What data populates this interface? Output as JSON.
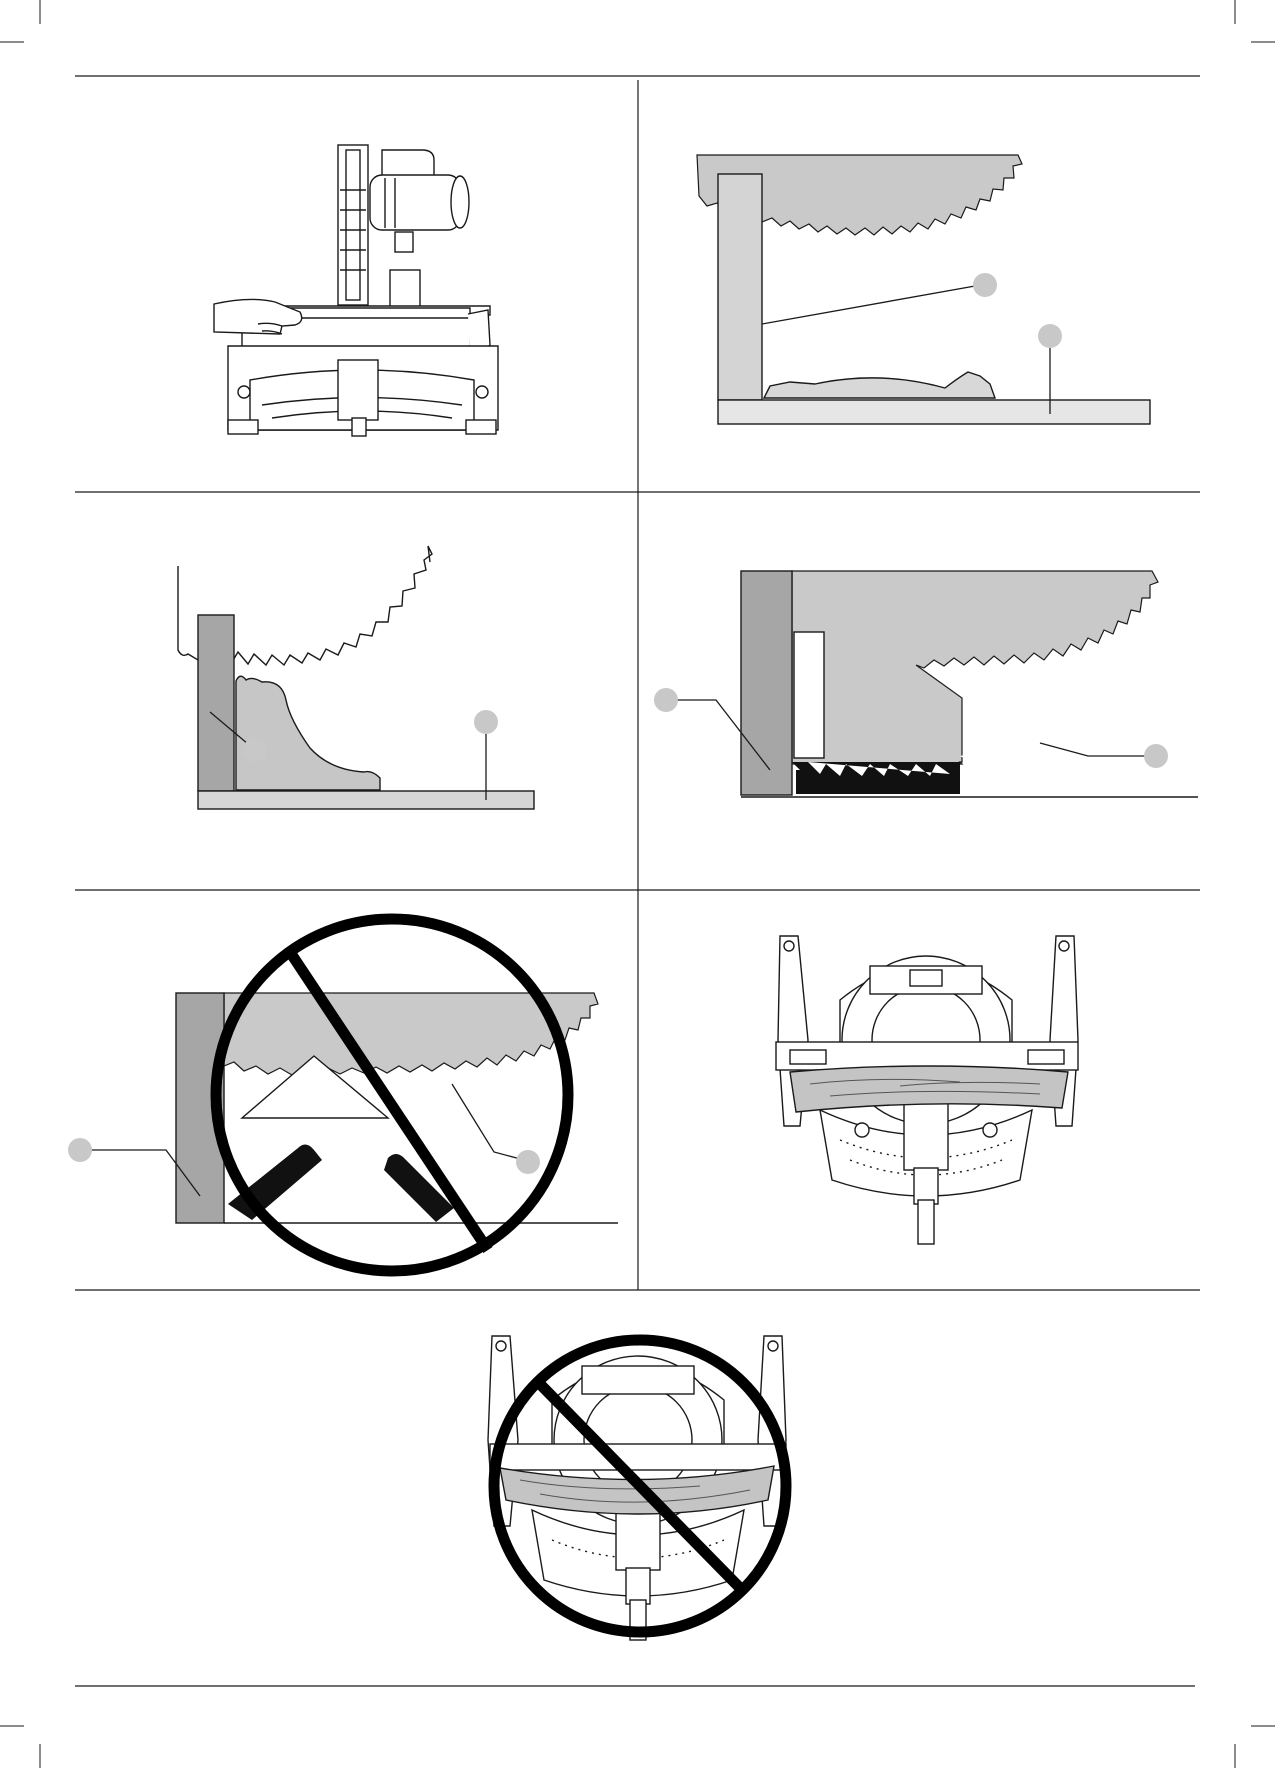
{
  "page": {
    "header_text": "",
    "footer_text": ""
  },
  "colors": {
    "line": "#1a1a1a",
    "blade_gray": "#c9c9c9",
    "fence_gray": "#a6a6a6",
    "callout_gray": "#c8c8c8",
    "prohibited": "#000000"
  },
  "figures": [
    {
      "id": "fig-saw-side-hand-holding-workpiece",
      "icon": "miter-saw-side-view"
    },
    {
      "id": "fig-blade-fence-crown-molding-flat",
      "callouts": 2
    },
    {
      "id": "fig-blade-fence-crown-molding-angled",
      "callouts": 2
    },
    {
      "id": "fig-blade-fence-small-pieces",
      "callouts": 2
    },
    {
      "id": "fig-prohibited-unsupported-pieces",
      "callouts": 2,
      "icon": "prohibited-icon"
    },
    {
      "id": "fig-saw-top-bowed-board-correct",
      "icon": "miter-saw-top-view"
    },
    {
      "id": "fig-saw-top-bowed-board-prohibited",
      "icon": "prohibited-icon"
    }
  ]
}
